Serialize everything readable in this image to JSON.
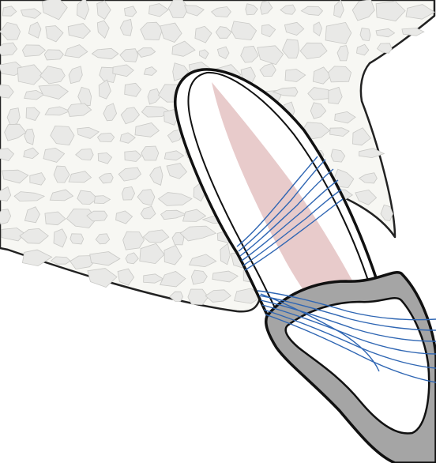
{
  "diagram": {
    "colors": {
      "background": "#ffffff",
      "bone_fill": "#f7f7f3",
      "trabecula_fill": "#e9e9e7",
      "outline": "#222222",
      "crown_fill": "#a5a5a5",
      "crown_inner": "#ffffff",
      "pulp_fill": "#e8cbcb",
      "fiber_stroke": "#2f66b3"
    },
    "parts": [
      {
        "id": "alveolar-bone",
        "icon": "bone-section"
      },
      {
        "id": "tooth-root",
        "icon": "tooth-root"
      },
      {
        "id": "pulp-canal",
        "icon": "pulp"
      },
      {
        "id": "crown",
        "icon": "crown"
      },
      {
        "id": "gingival-fibers",
        "icon": "fiber-bundle"
      },
      {
        "id": "periodontal-fibers",
        "icon": "fiber-bundle"
      }
    ]
  }
}
